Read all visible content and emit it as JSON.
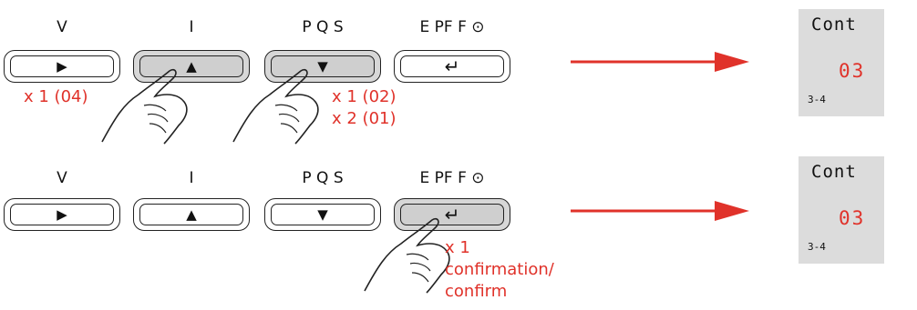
{
  "rows": [
    {
      "buttons": [
        {
          "label": "V",
          "glyph": "▶",
          "pressed": false
        },
        {
          "label": "I",
          "glyph": "▲",
          "pressed": true
        },
        {
          "label": "P Q S",
          "glyph": "▼",
          "pressed": true
        },
        {
          "label": "E PF F ⊙",
          "glyph": "↵",
          "pressed": false
        }
      ],
      "press_notes": {
        "v_button": "x 1 (04)",
        "pqs_button": [
          "x 1 (02)",
          "x 2 (01)"
        ]
      },
      "display": {
        "title": "Cont",
        "value": "03",
        "sub": "3-4"
      }
    },
    {
      "buttons": [
        {
          "label": "V",
          "glyph": "▶",
          "pressed": false
        },
        {
          "label": "I",
          "glyph": "▲",
          "pressed": false
        },
        {
          "label": "P Q S",
          "glyph": "▼",
          "pressed": false
        },
        {
          "label": "E PF F ⊙",
          "glyph": "↵",
          "pressed": true
        }
      ],
      "press_notes": {
        "enter_button": [
          "x 1",
          "confirmation/",
          "confirm"
        ]
      },
      "display": {
        "title": "Cont",
        "value": "03",
        "sub": "3-4"
      }
    }
  ],
  "colors": {
    "accent": "#e0322a",
    "pressed_key": "#d7d7d7",
    "display_bg": "#dcdcdc"
  },
  "icons": [
    "play-right-icon",
    "arrow-up-icon",
    "arrow-down-icon",
    "enter-return-icon",
    "clock-icon",
    "pressing-hand-icon",
    "red-arrow-icon"
  ]
}
